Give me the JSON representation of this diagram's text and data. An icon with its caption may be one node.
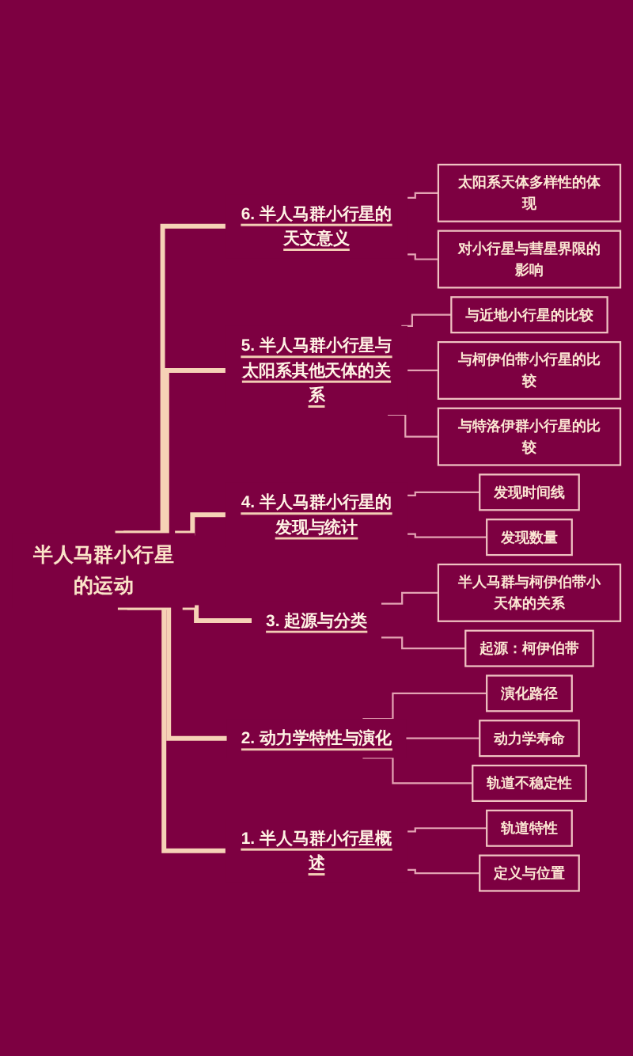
{
  "diagram": {
    "nodes": [
      {
        "text": [
          "半人马群小行星的运动"
        ]
      },
      {
        "text": [
          "6. 半人马群小行星的天文意义"
        ]
      },
      {
        "text": [
          "太阳系天体多样性的体现"
        ]
      },
      {
        "text": [
          "对小行星与彗星界限的影响"
        ]
      },
      {
        "text": [
          "5. 半人马群小行星与太阳系其他天体的关系"
        ]
      },
      {
        "text": [
          "与近地小行星的比较"
        ]
      },
      {
        "text": [
          "与柯伊伯带小行星的比较"
        ]
      },
      {
        "text": [
          "与特洛伊群小行星的比较"
        ]
      },
      {
        "text": [
          "4. 半人马群小行星的发现与统计"
        ]
      },
      {
        "text": [
          "发现时间线"
        ]
      },
      {
        "text": [
          "发现数量"
        ]
      },
      {
        "text": [
          "3. 起源与分类"
        ]
      },
      {
        "text": [
          "半人马群与柯伊伯带小天体的关系"
        ]
      },
      {
        "text": [
          "起源：柯伊伯带"
        ]
      },
      {
        "text": [
          "2. 动力学特性与演化"
        ]
      },
      {
        "text": [
          "演化路径"
        ]
      },
      {
        "text": [
          "动力学寿命"
        ]
      },
      {
        "text": [
          "轨道不稳定性"
        ]
      },
      {
        "text": [
          "1. 半人马群小行星概述"
        ]
      },
      {
        "text": [
          "轨道特性"
        ]
      },
      {
        "text": [
          "定义与位置"
        ]
      }
    ],
    "edges": [
      {
        "from": 0,
        "to": 1,
        "arrow": "none",
        "style": "thick",
        "color": "#f6d2b6"
      },
      {
        "from": 1,
        "to": 2,
        "arrow": "none"
      },
      {
        "from": 1,
        "to": 3,
        "arrow": "none"
      },
      {
        "from": 0,
        "to": 4,
        "arrow": "none",
        "style": "thick",
        "color": "#f6d2b6"
      },
      {
        "from": 4,
        "to": 5,
        "arrow": "none"
      },
      {
        "from": 4,
        "to": 6,
        "arrow": "none"
      },
      {
        "from": 4,
        "to": 7,
        "arrow": "none"
      },
      {
        "from": 0,
        "to": 8,
        "arrow": "none",
        "style": "thick",
        "color": "#f6d2b6"
      },
      {
        "from": 8,
        "to": 9,
        "arrow": "none"
      },
      {
        "from": 8,
        "to": 10,
        "arrow": "none"
      },
      {
        "from": 0,
        "to": 11,
        "arrow": "none",
        "style": "thick",
        "color": "#f6d2b6"
      },
      {
        "from": 11,
        "to": 12,
        "arrow": "none"
      },
      {
        "from": 11,
        "to": 13,
        "arrow": "none"
      },
      {
        "from": 0,
        "to": 14,
        "arrow": "none",
        "style": "thick",
        "color": "#f6d2b6"
      },
      {
        "from": 14,
        "to": 15,
        "arrow": "none"
      },
      {
        "from": 14,
        "to": 16,
        "arrow": "none"
      },
      {
        "from": 14,
        "to": 17,
        "arrow": "none"
      },
      {
        "from": 0,
        "to": 18,
        "arrow": "none",
        "style": "thick",
        "color": "#f6d2b6"
      },
      {
        "from": 18,
        "to": 19,
        "arrow": "none"
      },
      {
        "from": 18,
        "to": 20,
        "arrow": "none"
      }
    ]
  }
}
